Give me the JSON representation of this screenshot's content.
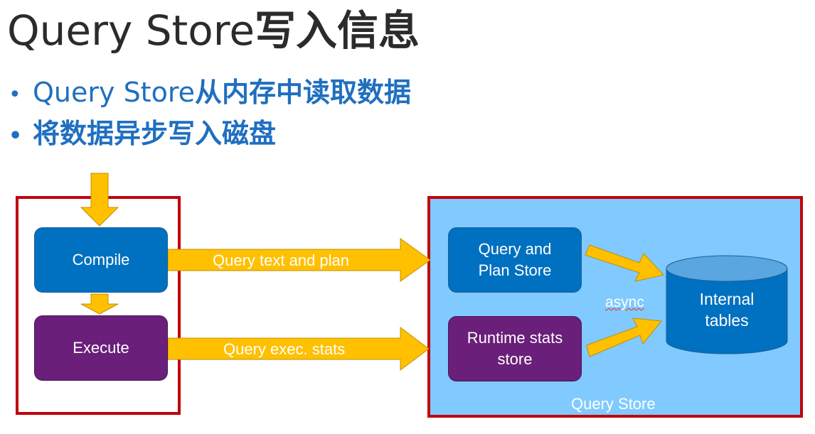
{
  "title": {
    "prefix": "Query Store",
    "cjk": "写入信息"
  },
  "bullets": [
    {
      "dot": "•",
      "prefix": "Query Store",
      "cjk": "从内存中读取数据"
    },
    {
      "dot": "•",
      "prefix": "",
      "cjk": "将数据异步写入磁盘"
    }
  ],
  "diagram": {
    "compile": "Compile",
    "execute": "Execute",
    "arrow_top_label": "Query text and plan",
    "arrow_bottom_label": "Query exec. stats",
    "query_plan_store": [
      "Query and",
      "Plan Store"
    ],
    "runtime_stats_store": [
      "Runtime stats",
      "store"
    ],
    "async": "async",
    "internal_tables": [
      "Internal",
      "tables"
    ],
    "container_label": "Query Store"
  },
  "colors": {
    "frame_red": "#c0000c",
    "box_blue": "#0070c0",
    "box_purple": "#6a1f7a",
    "arrow_orange": "#ffc000",
    "container_blue": "#80caff",
    "text_blue": "#1f6fc0"
  }
}
